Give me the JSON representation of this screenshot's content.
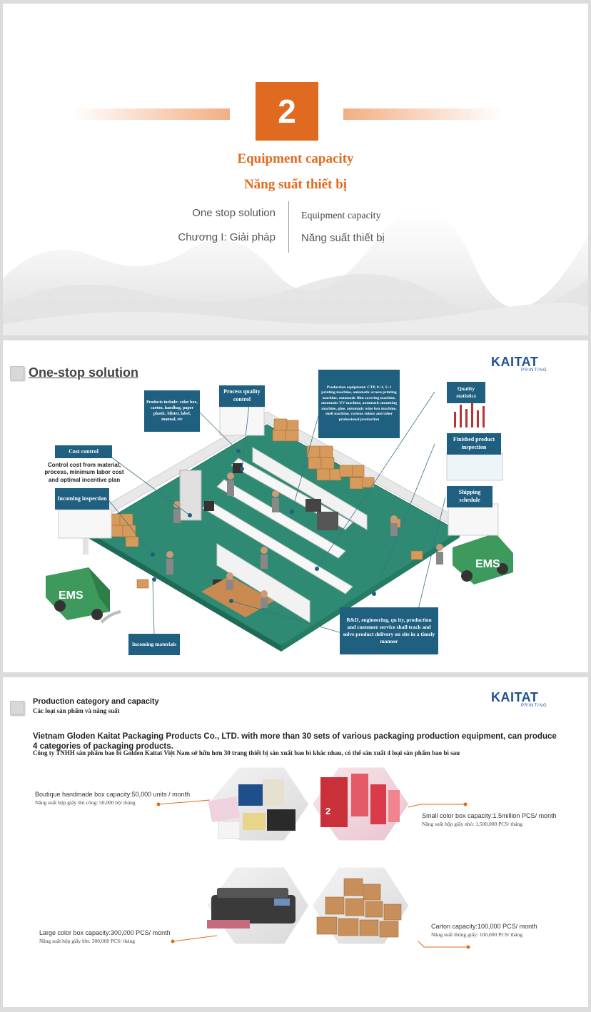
{
  "slide1": {
    "number": "2",
    "title_en": "Equipment capacity",
    "title_vi": "Năng suất thiết bị",
    "left_line1": "One stop solution",
    "left_line2": "Chương I: Giải pháp",
    "right_line1": "Equipment capacity",
    "right_line2": "Năng suất thiết bị",
    "accent": "#e06a1f"
  },
  "slide2": {
    "title": "One-stop solution",
    "brand": "KAITAT",
    "brand_sub": "PRINTING",
    "labels": {
      "products": "Products include: color box, carton, handbag, paper plastic, blister, label, manual, etc",
      "process_qc": "Process quality control",
      "production_eq": "Production equipment: CTP, 8+1, 5+1 printing machine, automatic screen printing machine, automatic film covering machine, automatic UV machine, automatic mounting machine, glue, automatic wine box machine, shell machine, various robots and other professional production",
      "quality_stats": "Quality statistics",
      "cost_control": "Cost control",
      "cost_note": "Control cost from material, process, minimum labor cost and optimal incentive plan",
      "incoming_inspection": "Incoming inspection",
      "finished_inspection": "Finished product inspection",
      "shipping": "Shipping schedule",
      "rnd": "R&D, engineering, qu ity, production and customer service shall track and solve product delivery on site in a timely manner",
      "incoming_materials": "Incoming materials",
      "truck": "EMS"
    },
    "label_color": "#1f5f80",
    "floor_color": "#2e8a72"
  },
  "slide3": {
    "heading_en": "Production category and capacity",
    "heading_vi": "Các loại sản phẩm và năng suất",
    "brand": "KAITAT",
    "brand_sub": "PRINTING",
    "intro_en": "Vietnam Gloden Kaitat Packaging Products Co., LTD. with more than 30 sets of various packaging production equipment, can produce 4 categories of packaging products.",
    "intro_vi": "Công ty TNHH sản phẩm bao bì Golden Kaitat Việt Nam sở hữu hơn 30 trang thiết bị sản xuất bao bì khác nhau, có thể sản xuất 4 loại sản phẩm bao bì sau",
    "boutique_en": "Boutique handmade box capacity:50,000 units / month",
    "boutique_vi": "Năng suất hộp giấy thủ công: 50,000 bộ/ tháng",
    "small_en": "Small color box capacity:1.5million PCS/ month",
    "small_vi": "Năng suất hộp giấy nhỏ: 1,500,000 PCS/ tháng",
    "large_en": "Large color box capacity:300,000 PCS/ month",
    "large_vi": "Năng suất hộp giấy lớn: 300,000 PCS/ tháng",
    "carton_en": "Carton capacity:100,000 PCS/ month",
    "carton_vi": "Năng suất thùng giấy: 100,000 PCS/ tháng",
    "accent": "#e06a1f"
  }
}
